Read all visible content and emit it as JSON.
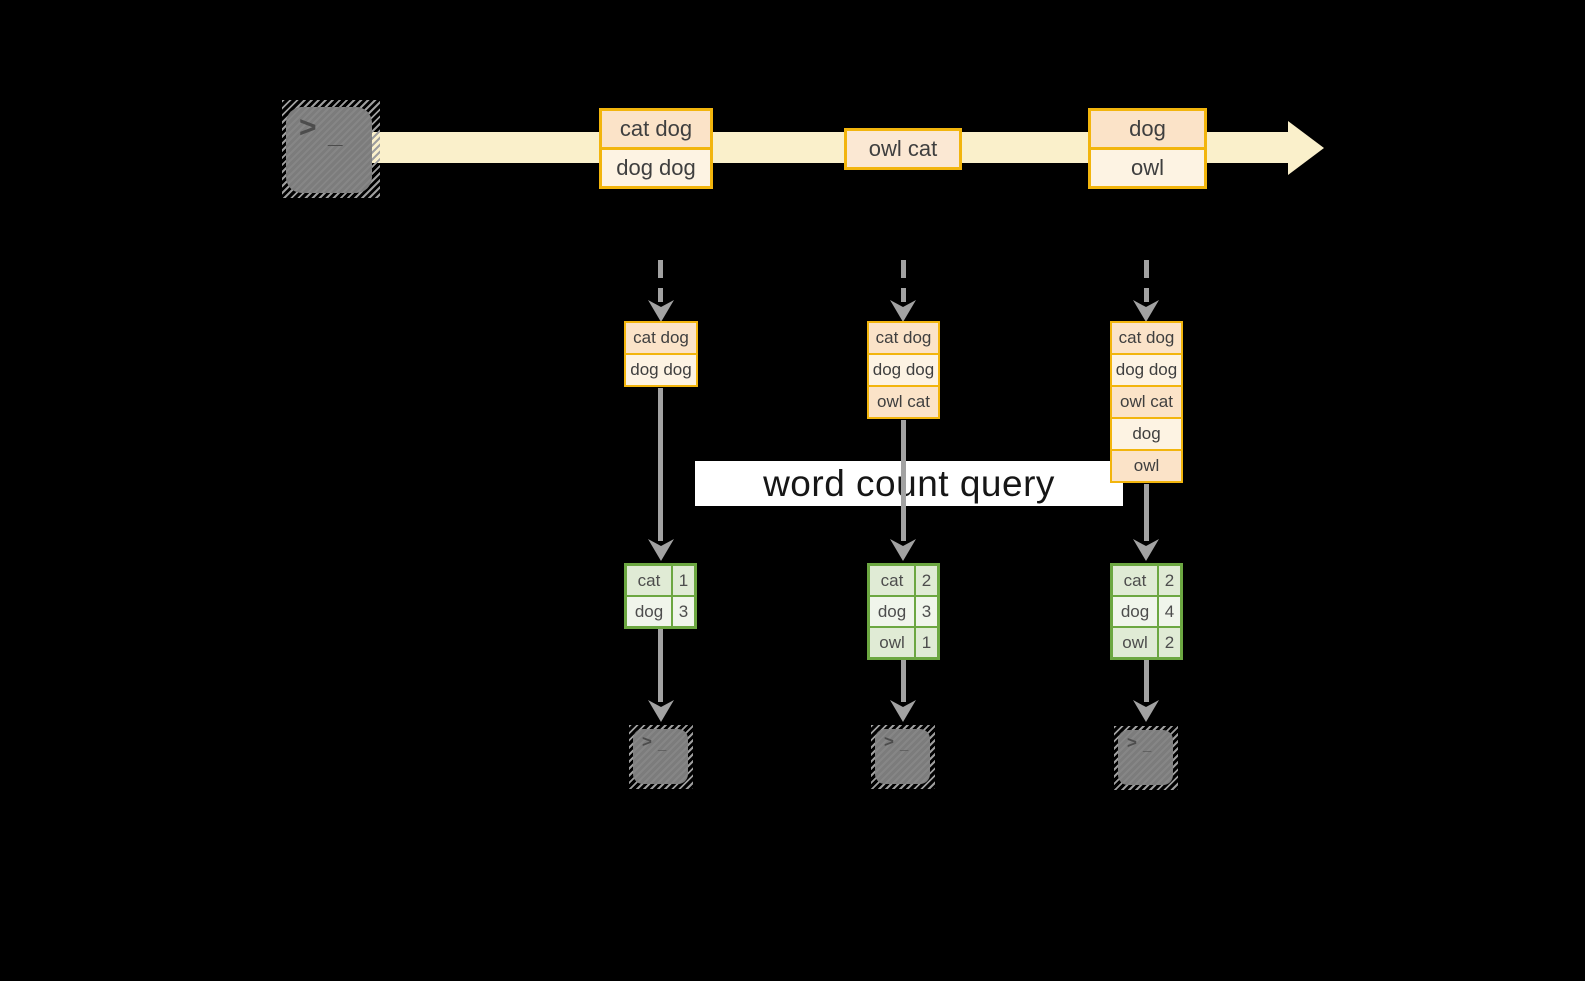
{
  "query": {
    "label": "word count query"
  },
  "terminal": {
    "chevron": ">",
    "cursor": "_"
  },
  "stream": {
    "batches": [
      {
        "records": [
          "cat dog",
          "dog dog"
        ]
      },
      {
        "records": [
          "owl cat"
        ]
      },
      {
        "records": [
          "dog",
          "owl"
        ]
      }
    ]
  },
  "columns": [
    {
      "micro_batch": [
        "cat dog",
        "dog dog"
      ],
      "word_counts": [
        {
          "word": "cat",
          "count": 1
        },
        {
          "word": "dog",
          "count": 3
        }
      ]
    },
    {
      "micro_batch": [
        "cat dog",
        "dog dog",
        "owl cat"
      ],
      "word_counts": [
        {
          "word": "cat",
          "count": 2
        },
        {
          "word": "dog",
          "count": 3
        },
        {
          "word": "owl",
          "count": 1
        }
      ]
    },
    {
      "micro_batch": [
        "cat dog",
        "dog dog",
        "owl cat",
        "dog",
        "owl"
      ],
      "word_counts": [
        {
          "word": "cat",
          "count": 2
        },
        {
          "word": "dog",
          "count": 4
        },
        {
          "word": "owl",
          "count": 2
        }
      ]
    }
  ],
  "colors": {
    "stream_band": "#FAF0CB",
    "box_border": "#F2B50D",
    "cell_dark": "#FBE3C8",
    "cell_light": "#FDF3E3",
    "table_border": "#6CA741",
    "table_cell_dark": "#E0EBD5",
    "table_cell_light": "#F0F5EB",
    "arrow_gray": "#A2A2A2",
    "terminal_gray": "#7F7F7F",
    "query_band_bg": "#FFFFFF"
  }
}
